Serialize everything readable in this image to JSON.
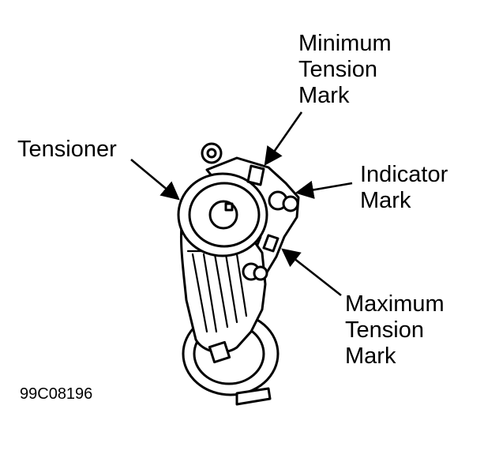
{
  "labels": {
    "minimum_tension": [
      "Minimum",
      "Tension",
      "Mark"
    ],
    "tensioner": "Tensioner",
    "indicator": [
      "Indicator",
      "Mark"
    ],
    "maximum_tension": [
      "Maximum",
      "Tension",
      "Mark"
    ],
    "figure_code": "99C08196"
  }
}
